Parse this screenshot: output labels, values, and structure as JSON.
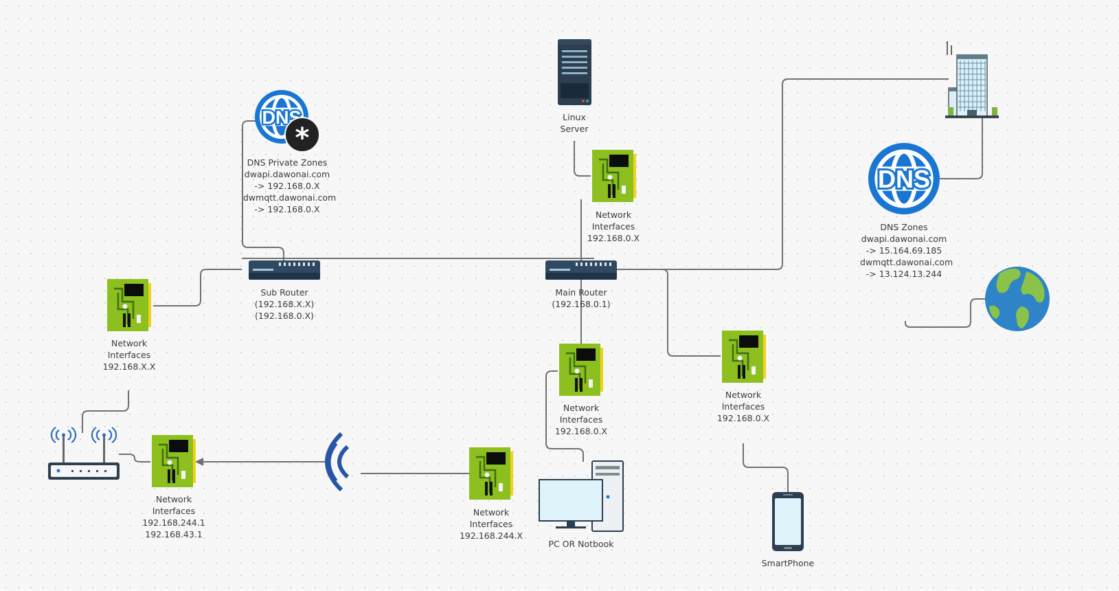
{
  "colors": {
    "nic_green": "#8dbf1f",
    "nic_dark": "#3d6e12",
    "nic_yellow": "#f1d31c",
    "router_body": "#2f4a60",
    "dns_blue": "#1976d2",
    "wifi_blue": "#2755a8",
    "line": "#707070",
    "server_dark": "#2c3e50",
    "screen_blue": "#dff3fb"
  },
  "icons": [
    "dns-private-icon",
    "dns-icon",
    "server-icon",
    "building-icon",
    "globe-icon",
    "router-icon",
    "nic-icon",
    "wifi-router-icon",
    "wireless-signal-icon",
    "pc-icon",
    "smartphone-icon"
  ],
  "nodes": {
    "dns_private": {
      "lines": [
        "DNS Private Zones",
        "dwapi.dawonai.com",
        "-> 192.168.0.X",
        "dwmqtt.dawonai.com",
        "-> 192.168.0.X"
      ]
    },
    "linux_server": {
      "lines": [
        "Linux",
        "Server"
      ]
    },
    "dns_public": {
      "lines": [
        "DNS Zones",
        "dwapi.dawonai.com",
        "-> 15.164.69.185",
        "dwmqtt.dawonai.com",
        "-> 13.124.13.244"
      ]
    },
    "sub_router": {
      "lines": [
        "Sub Router",
        "(192.168.X.X)",
        "(192.168.0.X)"
      ]
    },
    "main_router": {
      "lines": [
        "Main Router",
        "(192.168.0.1)"
      ]
    },
    "nic_server": {
      "lines": [
        "Network",
        "Interfaces",
        "192.168.0.X"
      ]
    },
    "nic_left": {
      "lines": [
        "Network",
        "Interfaces",
        "192.168.X.X"
      ]
    },
    "nic_pc": {
      "lines": [
        "Network",
        "Interfaces",
        "192.168.0.X"
      ]
    },
    "nic_right": {
      "lines": [
        "Network",
        "Interfaces",
        "192.168.0.X"
      ]
    },
    "nic_wifi_ap": {
      "lines": [
        "Network",
        "Interfaces",
        "192.168.244.1",
        "192.168.43.1"
      ]
    },
    "nic_client": {
      "lines": [
        "Network",
        "Interfaces",
        "192.168.244.X"
      ]
    },
    "pc": {
      "lines": [
        "PC OR Notbook"
      ]
    },
    "smartphone": {
      "lines": [
        "SmartPhone"
      ]
    }
  }
}
